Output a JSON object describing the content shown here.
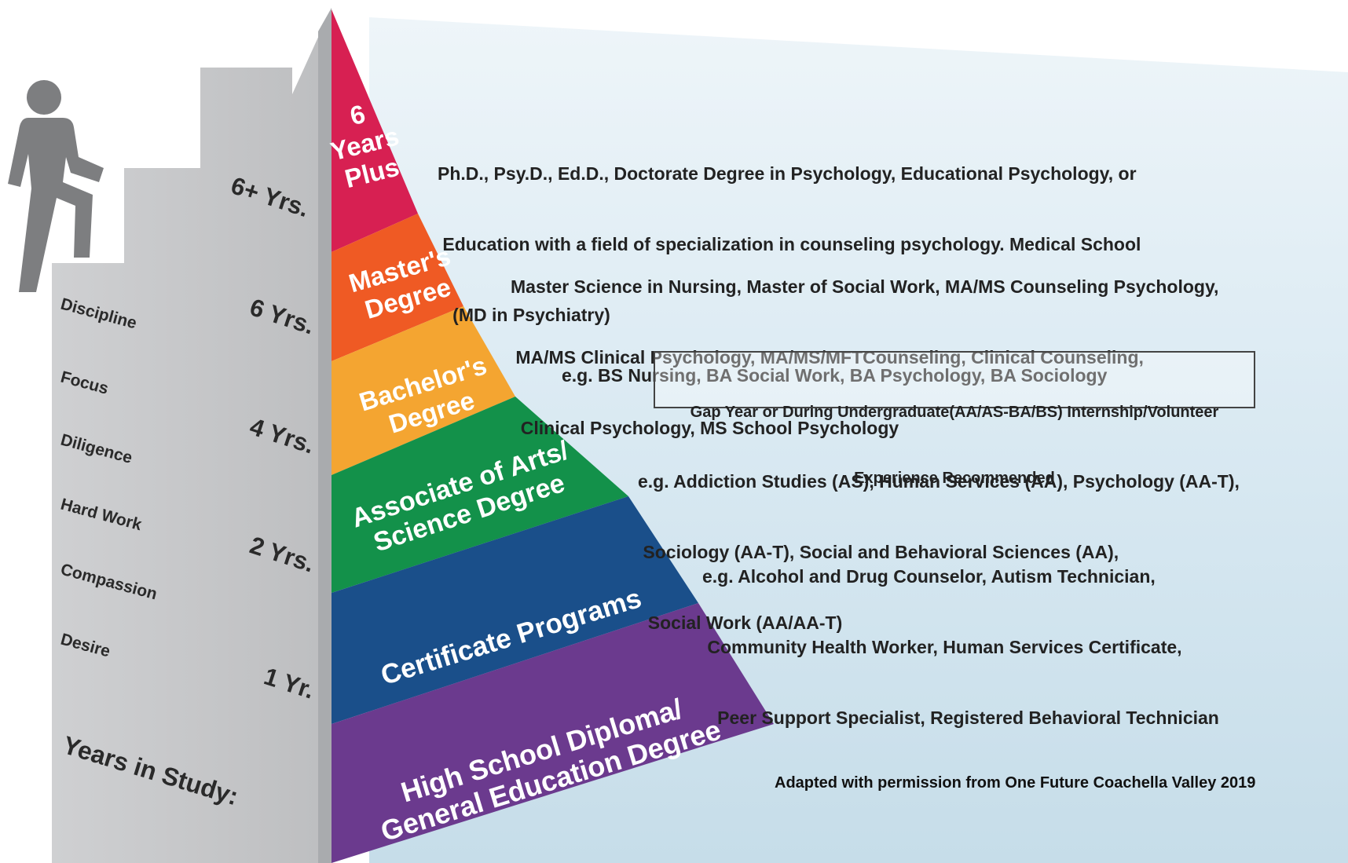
{
  "levels": [
    {
      "label_lines": [
        "6",
        "Years",
        "Plus"
      ],
      "color": "#D72052",
      "description_lines": [
        "Ph.D., Psy.D., Ed.D., Doctorate Degree in Psychology, Educational Psychology, or",
        " Education with a field of specialization in counseling psychology. Medical School",
        "   (MD in Psychiatry)"
      ]
    },
    {
      "label_lines": [
        "Master's",
        "Degree"
      ],
      "color": "#EF5A24",
      "description_lines": [
        "Master Science in Nursing, Master of Social Work, MA/MS Counseling Psychology,",
        " MA/MS Clinical Psychology, MA/MS/MFTCounseling, Clinical Counseling,",
        "  Clinical Psychology, MS School Psychology"
      ]
    },
    {
      "label_lines": [
        "Bachelor's",
        "Degree"
      ],
      "color": "#F4A531",
      "description_lines": [
        "e.g. BS Nursing, BA Social Work, BA Psychology, BA Sociology"
      ]
    },
    {
      "label_lines": [
        "Associate of Arts/",
        "Science Degree"
      ],
      "color": "#13914A",
      "description_lines": [
        "e.g. Addiction Studies (AS), Human Services (AA), Psychology (AA-T),",
        " Sociology (AA-T), Social and Behavioral Sciences (AA),",
        "  Social Work (AA/AA-T)"
      ]
    },
    {
      "label_lines": [
        "Certificate Programs"
      ],
      "color": "#1A4F8A",
      "description_lines": [
        "e.g. Alcohol and Drug Counselor, Autism Technician,",
        " Community Health Worker, Human Services Certificate,",
        "   Peer Support Specialist, Registered Behavioral Technician"
      ]
    },
    {
      "label_lines": [
        "High School Diploma/",
        "General Education Degree"
      ],
      "color": "#6B3A8E",
      "description_lines": []
    }
  ],
  "note": {
    "lines": [
      "Gap Year or During Undergraduate(AA/AS-BA/BS) Internship/Volunteer",
      "Experience Recommended"
    ]
  },
  "years": [
    "6+ Yrs.",
    "6 Yrs.",
    "4 Yrs.",
    "2 Yrs.",
    "1 Yr."
  ],
  "years_title": "Years in Study:",
  "traits": [
    "Discipline",
    "Focus",
    "Diligence",
    "Hard Work",
    "Compassion",
    "Desire"
  ],
  "credit": "Adapted with permission from One Future Coachella Valley 2019",
  "colors": {
    "stairs": "#C8C9CB",
    "stairs_shadow": "#AEB0B3",
    "figure": "#7D7E80",
    "backdrop": "#D9E9F2"
  },
  "icons": {
    "person": "person-climbing-stairs-icon"
  }
}
